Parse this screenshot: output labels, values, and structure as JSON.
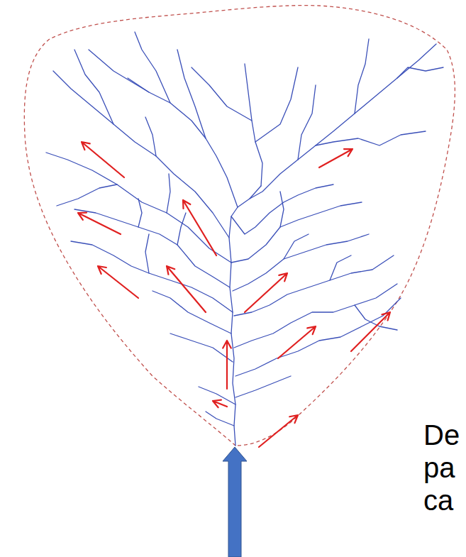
{
  "diagram": {
    "labels": [
      "De",
      "pa",
      "ca"
    ]
  }
}
